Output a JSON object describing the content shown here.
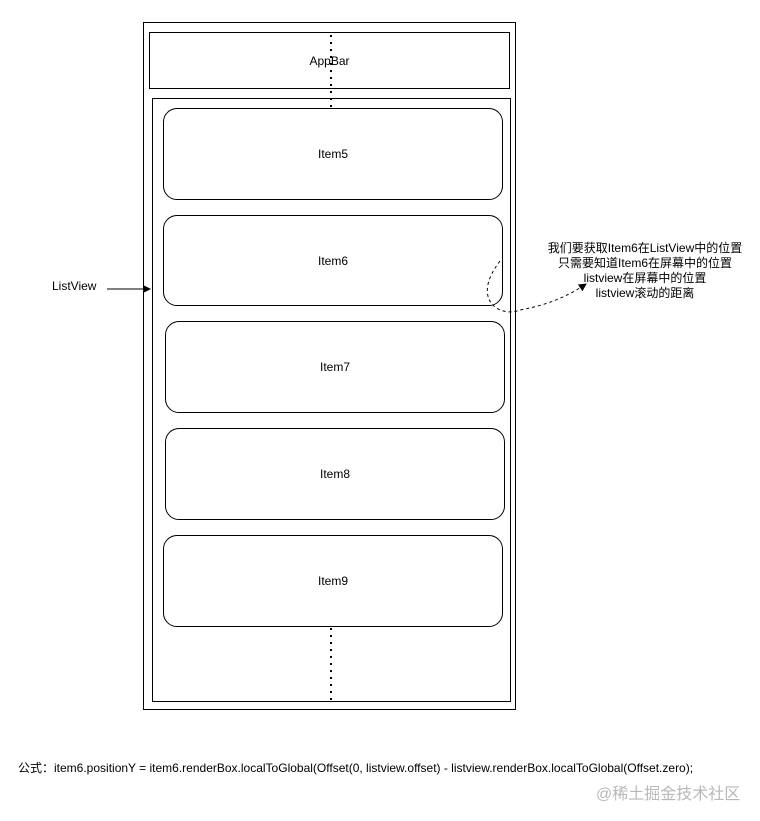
{
  "appbar": {
    "label": "AppBar"
  },
  "listview": {
    "label": "ListView"
  },
  "items": [
    "Item5",
    "Item6",
    "Item7",
    "Item8",
    "Item9"
  ],
  "note": {
    "lines": [
      "我们要获取Item6在ListView中的位置",
      "只需要知道Item6在屏幕中的位置",
      "listview在屏幕中的位置",
      "listview滚动的距离"
    ]
  },
  "formula": "公式：item6.positionY = item6.renderBox.localToGlobal(Offset(0, listview.offset) - listview.renderBox.localToGlobal(Offset.zero);",
  "watermark": "@稀土掘金技术社区"
}
